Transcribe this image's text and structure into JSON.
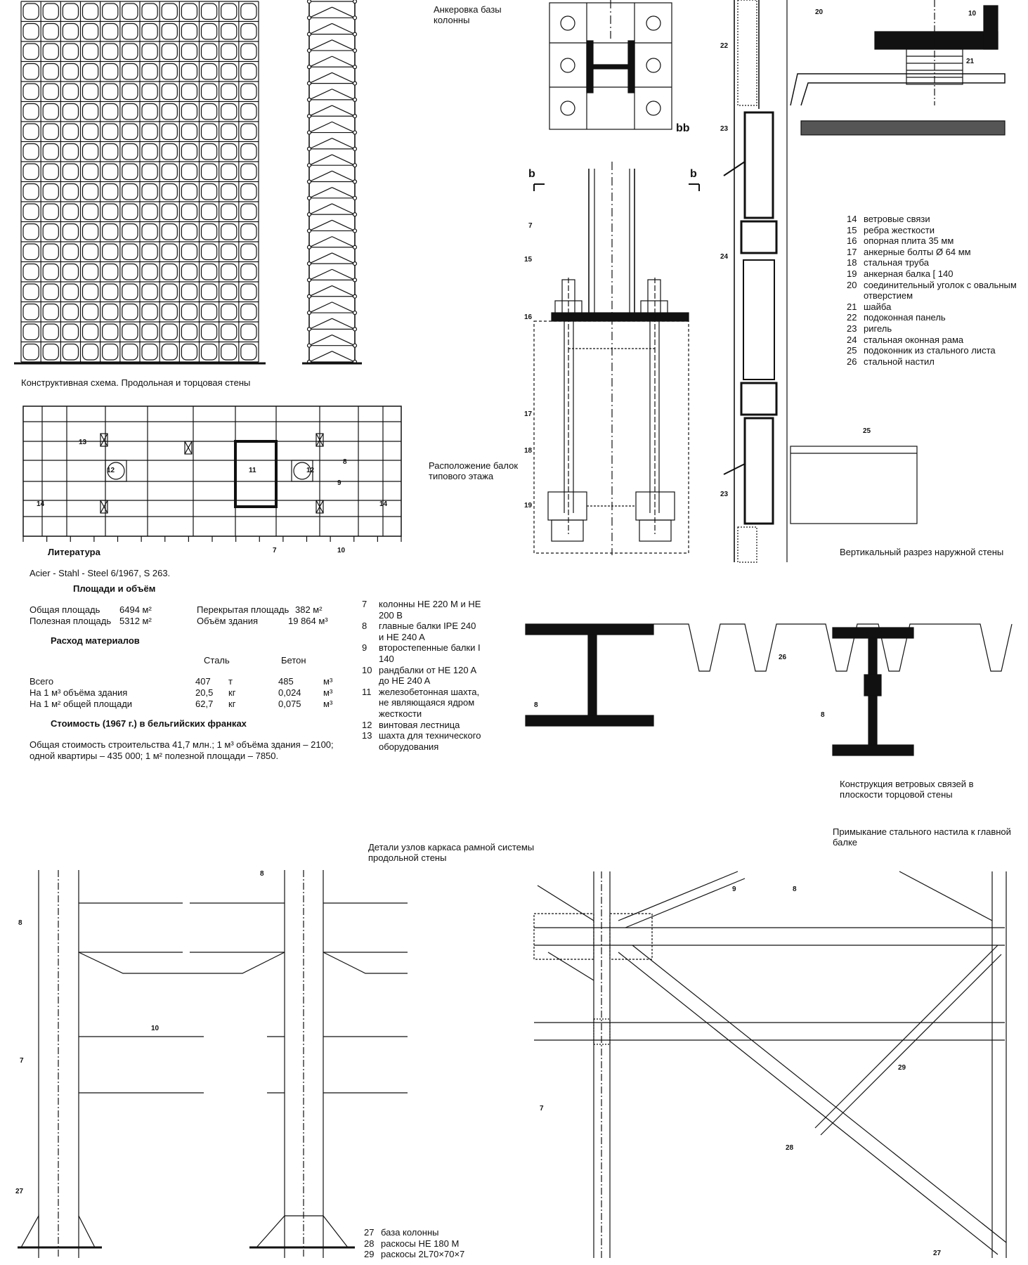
{
  "captions": {
    "structural_scheme": "Конструктивная схема. Продольная и торцовая стены",
    "column_base_anchoring": "Анкеровка базы колонны",
    "floor_beams_layout": "Расположение балок типового этажа",
    "wall_section": "Вертикальный разрез наружной стены",
    "wind_bracing": "Конструкция ветровых связей в плоскости торцовой стены",
    "deck_junction": "Примыкание стального настила к главной балке",
    "frame_joints": "Детали узлов каркаса рамной системы продольной стены"
  },
  "section_marks": {
    "b_left": "b",
    "b_right": "b",
    "bb": "bb"
  },
  "literature": {
    "heading": "Литература",
    "reference": "Acier - Stahl - Steel 6/1967, S 263."
  },
  "areas": {
    "heading": "Площади и объём",
    "total_area_label": "Общая площадь",
    "total_area_value": "6494 м²",
    "useful_area_label": "Полезная площадь",
    "useful_area_value": "5312 м²",
    "covered_area_label": "Перекрытая площадь",
    "covered_area_value": "382 м²",
    "volume_label": "Объём здания",
    "volume_value": "19 864 м³"
  },
  "materials": {
    "heading": "Расход материалов",
    "col_steel": "Сталь",
    "col_concrete": "Бетон",
    "rows": [
      {
        "label": "Всего",
        "steel": "407",
        "steel_unit": "т",
        "concrete": "485",
        "concrete_unit": "м³"
      },
      {
        "label": "На 1 м³ объёма здания",
        "steel": "20,5",
        "steel_unit": "кг",
        "concrete": "0,024",
        "concrete_unit": "м³"
      },
      {
        "label": "На 1 м² общей площади",
        "steel": "62,7",
        "steel_unit": "кг",
        "concrete": "0,075",
        "concrete_unit": "м³"
      }
    ]
  },
  "cost": {
    "heading": "Стоимость (1967 г.) в бельгийских франках",
    "text": "Общая стоимость строительства 41,7 млн.; 1 м³ объёма здания – 2100; одной квартиры – 435 000; 1 м² полезной площади – 7850."
  },
  "legend_middle": [
    {
      "n": "7",
      "text": "колонны HE 220 M и HE 200 B"
    },
    {
      "n": "8",
      "text": "главные балки IPE 240 и HE 240 A"
    },
    {
      "n": "9",
      "text": "второстепенные балки I 140"
    },
    {
      "n": "10",
      "text": "рандбалки от HE 120 A до HE 240 A"
    },
    {
      "n": "11",
      "text": "железобетонная шахта, не являющаяся ядром жесткости"
    },
    {
      "n": "12",
      "text": "винтовая лестница"
    },
    {
      "n": "13",
      "text": "шахта для технического оборудования"
    }
  ],
  "legend_right": [
    {
      "n": "14",
      "text": "ветровые связи"
    },
    {
      "n": "15",
      "text": "ребра жесткости"
    },
    {
      "n": "16",
      "text": "опорная плита 35 мм"
    },
    {
      "n": "17",
      "text": "анкерные болты Ø 64 мм"
    },
    {
      "n": "18",
      "text": "стальная труба"
    },
    {
      "n": "19",
      "text": "анкерная балка [ 140"
    },
    {
      "n": "20",
      "text": "соединительный уголок с овальным отверстием"
    },
    {
      "n": "21",
      "text": "шайба"
    },
    {
      "n": "22",
      "text": "подоконная панель"
    },
    {
      "n": "23",
      "text": "ригель"
    },
    {
      "n": "24",
      "text": "стальная оконная рама"
    },
    {
      "n": "25",
      "text": "подоконник из стального листа"
    },
    {
      "n": "26",
      "text": "стальной настил"
    }
  ],
  "legend_bottom": [
    {
      "n": "27",
      "text": "база колонны"
    },
    {
      "n": "28",
      "text": "раскосы HE 180 M"
    },
    {
      "n": "29",
      "text": "раскосы 2L70×70×7"
    }
  ],
  "labels": {
    "l7": "7",
    "l8": "8",
    "l9": "9",
    "l10": "10",
    "l11": "11",
    "l12": "12",
    "l13": "13",
    "l14": "14",
    "l15": "15",
    "l16": "16",
    "l17": "17",
    "l18": "18",
    "l19": "19",
    "l20": "20",
    "l21": "21",
    "l22": "22",
    "l23": "23",
    "l24": "24",
    "l25": "25",
    "l26": "26",
    "l27": "27",
    "l28": "28",
    "l29": "29"
  }
}
